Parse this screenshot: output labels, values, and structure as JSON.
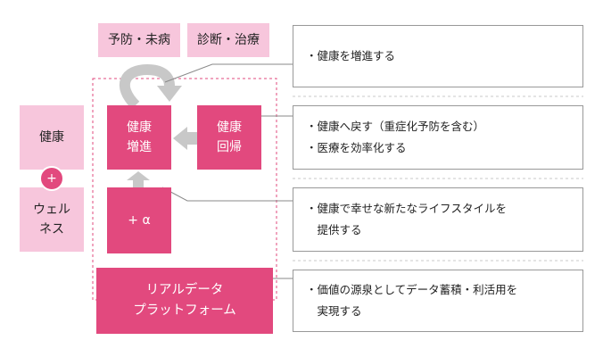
{
  "tags": {
    "prevention": "予防・未病",
    "diagnosis": "診断・治療"
  },
  "left": {
    "health": "健康",
    "plus": "+",
    "wellness": "ウェル\nネス"
  },
  "cycle": {
    "promote": "健康\n増進",
    "recover": "健康\n回帰",
    "alpha": "+ α"
  },
  "platform": {
    "label": "リアルデータ\nプラットフォーム"
  },
  "descriptions": [
    {
      "lines": [
        "・健康を増進する"
      ]
    },
    {
      "lines": [
        "・健康へ戻す（重症化予防を含む）",
        "・医療を効率化する"
      ]
    },
    {
      "lines": [
        "・健康で幸せな新たなライフスタイルを",
        "　提供する"
      ]
    },
    {
      "lines": [
        "・価値の源泉としてデータ蓄積・利活用を",
        "　実現する"
      ]
    }
  ],
  "colors": {
    "magenta": "#e2497e",
    "light_pink": "#f7c6dc",
    "arrow_gray": "#c8c8c8",
    "line_gray": "#8a8a8a"
  }
}
